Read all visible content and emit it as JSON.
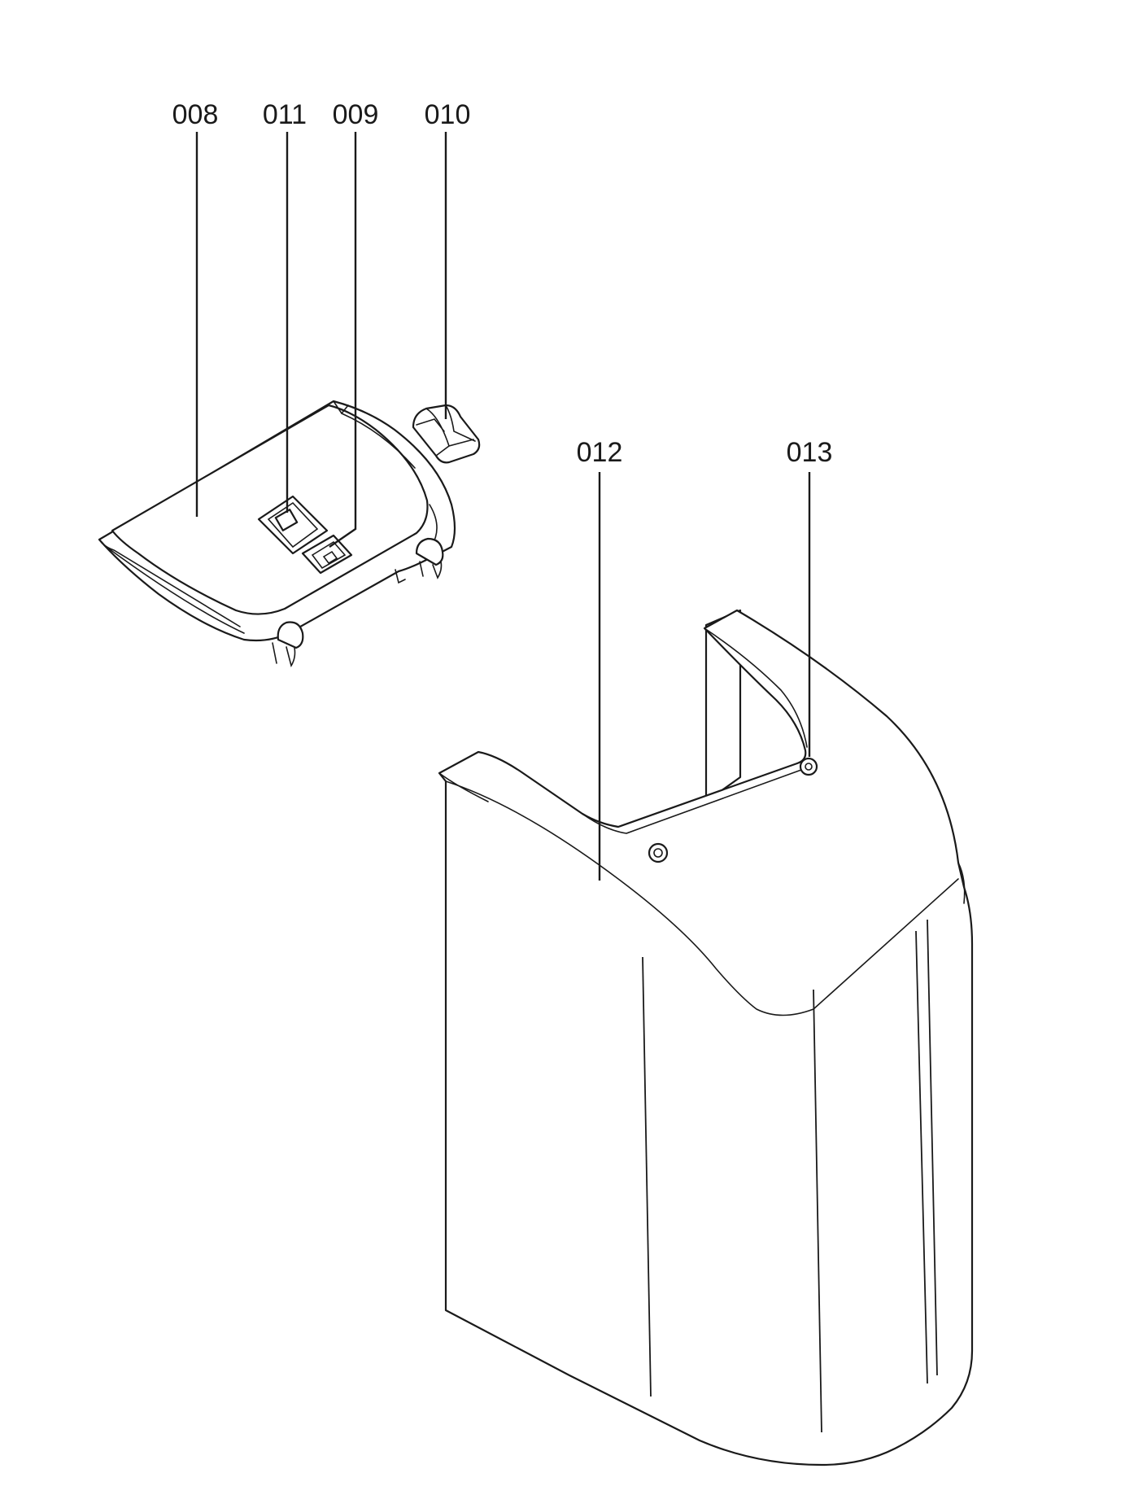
{
  "diagram": {
    "type": "exploded-parts-view",
    "line_color": "#1a1a1a",
    "background": "#ffffff",
    "labels": {
      "p008": "008",
      "p011": "011",
      "p009": "009",
      "p010": "010",
      "p012": "012",
      "p013": "013"
    }
  }
}
